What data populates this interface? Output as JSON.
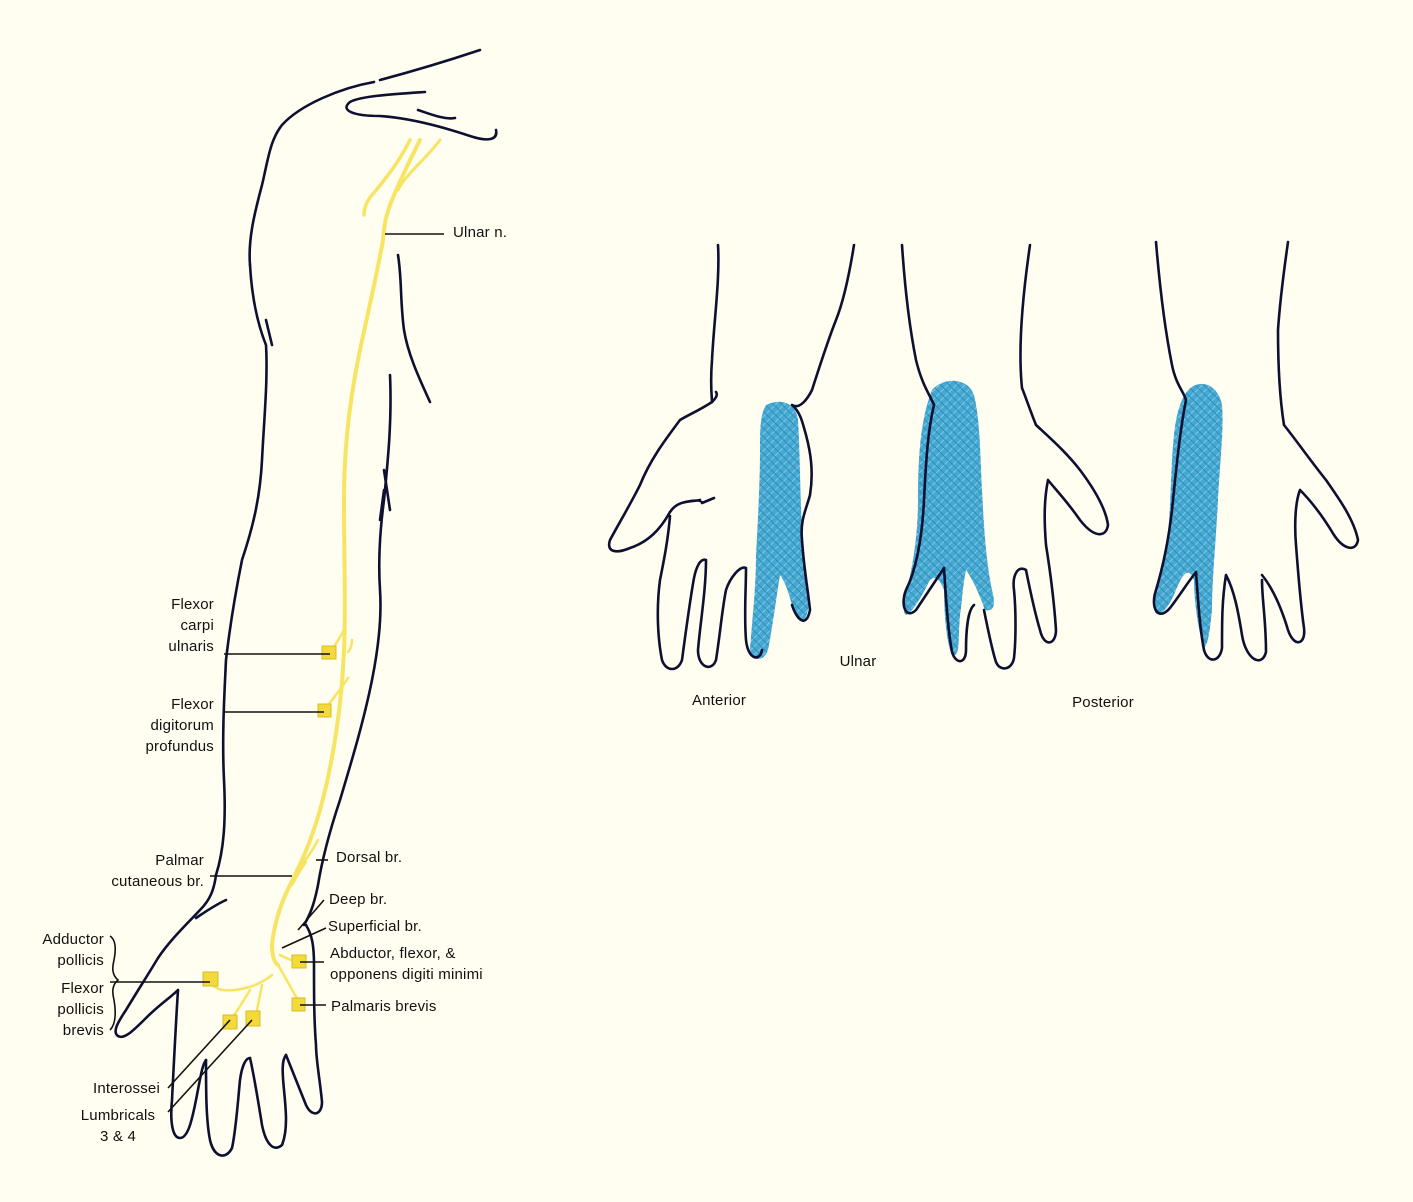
{
  "colors": {
    "background": "#FFFEF0",
    "outline": "#0d1030",
    "nerve": "#F7E463",
    "muscle_marker": "#F3D93A",
    "sensory_area": "#3FA6CF"
  },
  "labels": {
    "ulnar_n": "Ulnar n.",
    "fcu": [
      "Flexor",
      "carpi",
      "ulnaris"
    ],
    "fdp": [
      "Flexor",
      "digitorum",
      "profundus"
    ],
    "palmar": [
      "Palmar",
      "cutaneous br."
    ],
    "dorsal": "Dorsal br.",
    "deep": "Deep br.",
    "superficial": "Superficial br.",
    "abductor_digiti": [
      "Abductor, flexor, &",
      "opponens digiti minimi"
    ],
    "palmaris_brevis": "Palmaris brevis",
    "adductor_pollicis": [
      "Adductor",
      "pollicis"
    ],
    "fpb": [
      "Flexor",
      "pollicis",
      "brevis"
    ],
    "interossei": "Interossei",
    "lumbricals": [
      "Lumbricals",
      "3 & 4"
    ]
  },
  "sensory": {
    "title": "Ulnar",
    "anterior": "Anterior",
    "posterior": "Posterior"
  }
}
